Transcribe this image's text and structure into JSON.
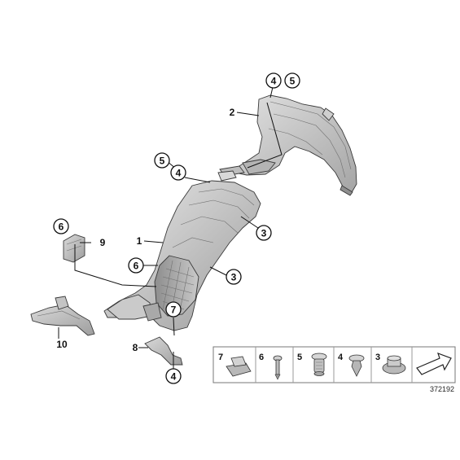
{
  "diagram": {
    "callouts": {
      "top_4": "4",
      "top_5": "5",
      "front_2": "2",
      "left_5": "5",
      "left_4": "4",
      "right_3_upper": "3",
      "right_3_lower": "3",
      "mid_1": "1",
      "mid_6": "6",
      "small_6": "6",
      "small_9": "9",
      "mid_7": "7",
      "bracket_8": "8",
      "bottom_4": "4",
      "bracket_10": "10"
    },
    "legend": {
      "items": [
        {
          "num": "7",
          "icon": "clip-nut-icon"
        },
        {
          "num": "6",
          "icon": "rivet-icon"
        },
        {
          "num": "5",
          "icon": "expanding-rivet-icon"
        },
        {
          "num": "4",
          "icon": "push-clip-icon"
        },
        {
          "num": "3",
          "icon": "flange-nut-icon"
        }
      ],
      "arrow_icon": "direction-arrow-icon",
      "reference_number": "372192"
    }
  }
}
